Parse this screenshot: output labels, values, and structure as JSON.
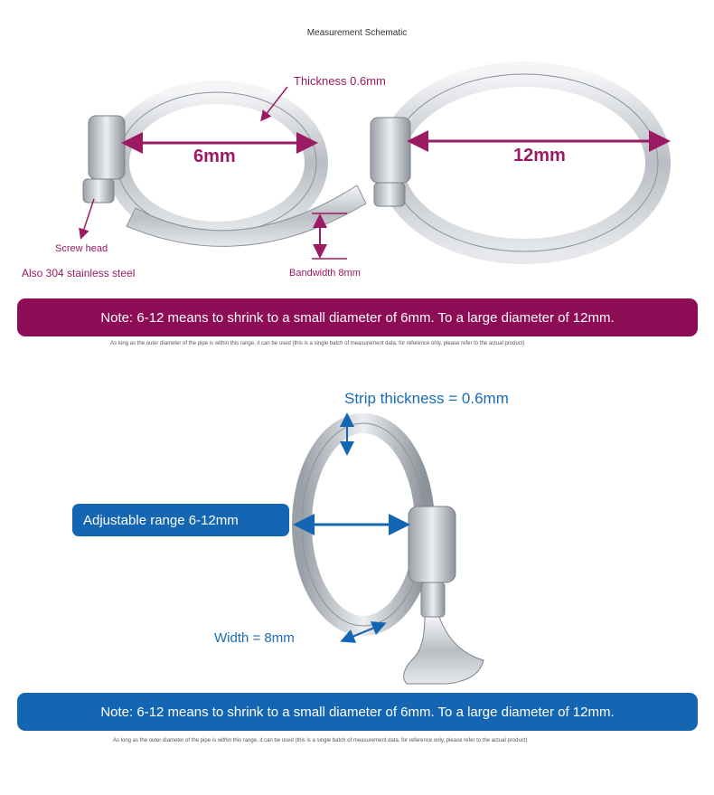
{
  "top": {
    "title": "Measurement Schematic",
    "thickness_label": "Thickness 0.6mm",
    "small_diameter_label": "6mm",
    "large_diameter_label": "12mm",
    "screw_head_label": "Screw head",
    "material_label": "Also 304 stainless steel",
    "bandwidth_label": "Bandwidth 8mm",
    "note": "Note: 6-12 means to shrink to a small diameter of 6mm. To a large diameter of 12mm.",
    "fine_print": "As long as the outer diameter of the pipe is within this range, it can be used (this is a single batch of measurement data, for reference only, please refer to the actual product)"
  },
  "bottom": {
    "strip_thickness_label": "Strip thickness = 0.6mm",
    "range_label": "Adjustable range 6-12mm",
    "width_label": "Width = 8mm",
    "note": "Note: 6-12 means to shrink to a small diameter of 6mm. To a large diameter of 12mm.",
    "fine_print": "As long as the outer diameter of the pipe is within this range, it can be used (this is a single batch of measurement data, for reference only, please refer to the actual product)"
  },
  "colors": {
    "magenta": "#8e0c56",
    "blue": "#1466b2",
    "steel": "#c9cdd2"
  }
}
